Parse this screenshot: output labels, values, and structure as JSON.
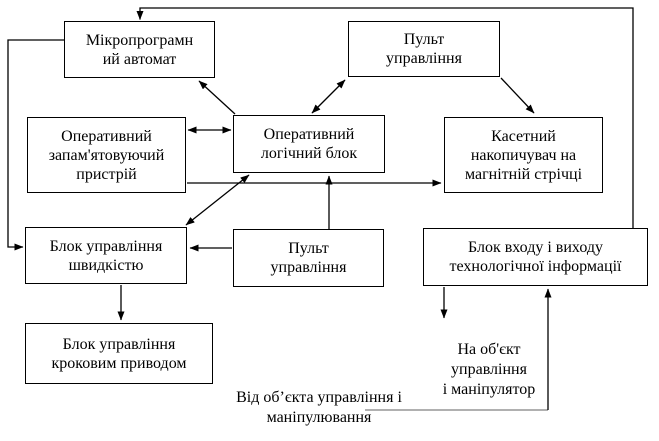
{
  "diagram": {
    "boxes": {
      "microprogram_automaton": {
        "lines": [
          "Мікропрограмн",
          "ий автомат"
        ]
      },
      "control_panel_top": {
        "lines": [
          "Пульт",
          "управління"
        ]
      },
      "ram_device": {
        "lines": [
          "Оперативний",
          "запам'ятовуючий",
          "пристрій"
        ]
      },
      "operational_logic_unit": {
        "lines": [
          "Оперативний",
          "логічний блок"
        ]
      },
      "cassette_tape_drive": {
        "lines": [
          "Касетний",
          "накопичувач на",
          "магнітній стрічці"
        ]
      },
      "speed_control_unit": {
        "lines": [
          "Блок управління",
          "швидкістю"
        ]
      },
      "control_panel_bottom": {
        "lines": [
          "Пульт",
          "управління"
        ]
      },
      "io_unit": {
        "lines": [
          "Блок входу і виходу",
          "технологічної інформації"
        ]
      },
      "step_drive_control_unit": {
        "lines": [
          "Блок управління",
          "кроковим приводом"
        ]
      }
    },
    "labels": {
      "to_object": {
        "lines": [
          "На об'єкт",
          "управління",
          "і маніпулятор"
        ]
      },
      "from_object": {
        "lines": [
          "Від об’єкта управління і",
          "маніпулювання"
        ]
      }
    },
    "colors": {
      "line": "#000000",
      "gray_line": "#808080",
      "box_fill": "#ffffff",
      "box_border": "#000000",
      "text": "#000000",
      "background": "#ffffff"
    }
  }
}
